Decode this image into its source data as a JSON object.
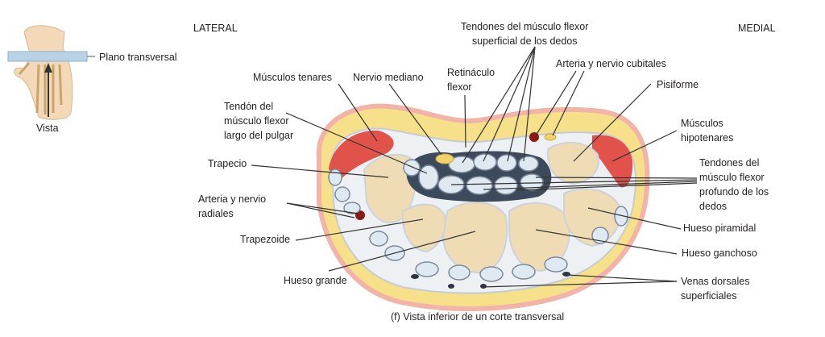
{
  "orientation": {
    "lateral": "LATERAL",
    "medial": "MEDIAL"
  },
  "inset": {
    "plane_label": "Plano transversal",
    "view_label": "Vista"
  },
  "labels": {
    "thenar": "Músculos tenares",
    "median_nerve": "Nervio mediano",
    "retinaculum": [
      "Retináculo",
      "flexor"
    ],
    "fds_tendons": [
      "Tendones del músculo flexor",
      "superficial de los dedos"
    ],
    "ulnar": "Arteria y nervio cubitales",
    "pisiform": "Pisiforme",
    "hypothenar": [
      "Músculos",
      "hipotenares"
    ],
    "fpl_tendon": [
      "Tendón del",
      "músculo flexor",
      "largo del pulgar"
    ],
    "trapezium": "Trapecio",
    "fdp_tendons": [
      "Tendones del",
      "músculo flexor",
      "profundo de los",
      "dedos"
    ],
    "radial": [
      "Arteria y nervio",
      "radiales"
    ],
    "triquetrum": "Hueso piramidal",
    "trapezoid": "Trapezoide",
    "hamate": "Hueso ganchoso",
    "capitate": "Hueso grande",
    "dorsal_veins": [
      "Venas dorsales",
      "superficiales"
    ]
  },
  "caption": "(f) Vista inferior de un corte transversal",
  "colors": {
    "skin": "#f2b3a8",
    "fat": "#f6e08a",
    "muscle": "#e0524a",
    "bone": "#efdcb4",
    "tendon": "#dfe9f2",
    "sheath": "#3d4a5c"
  }
}
